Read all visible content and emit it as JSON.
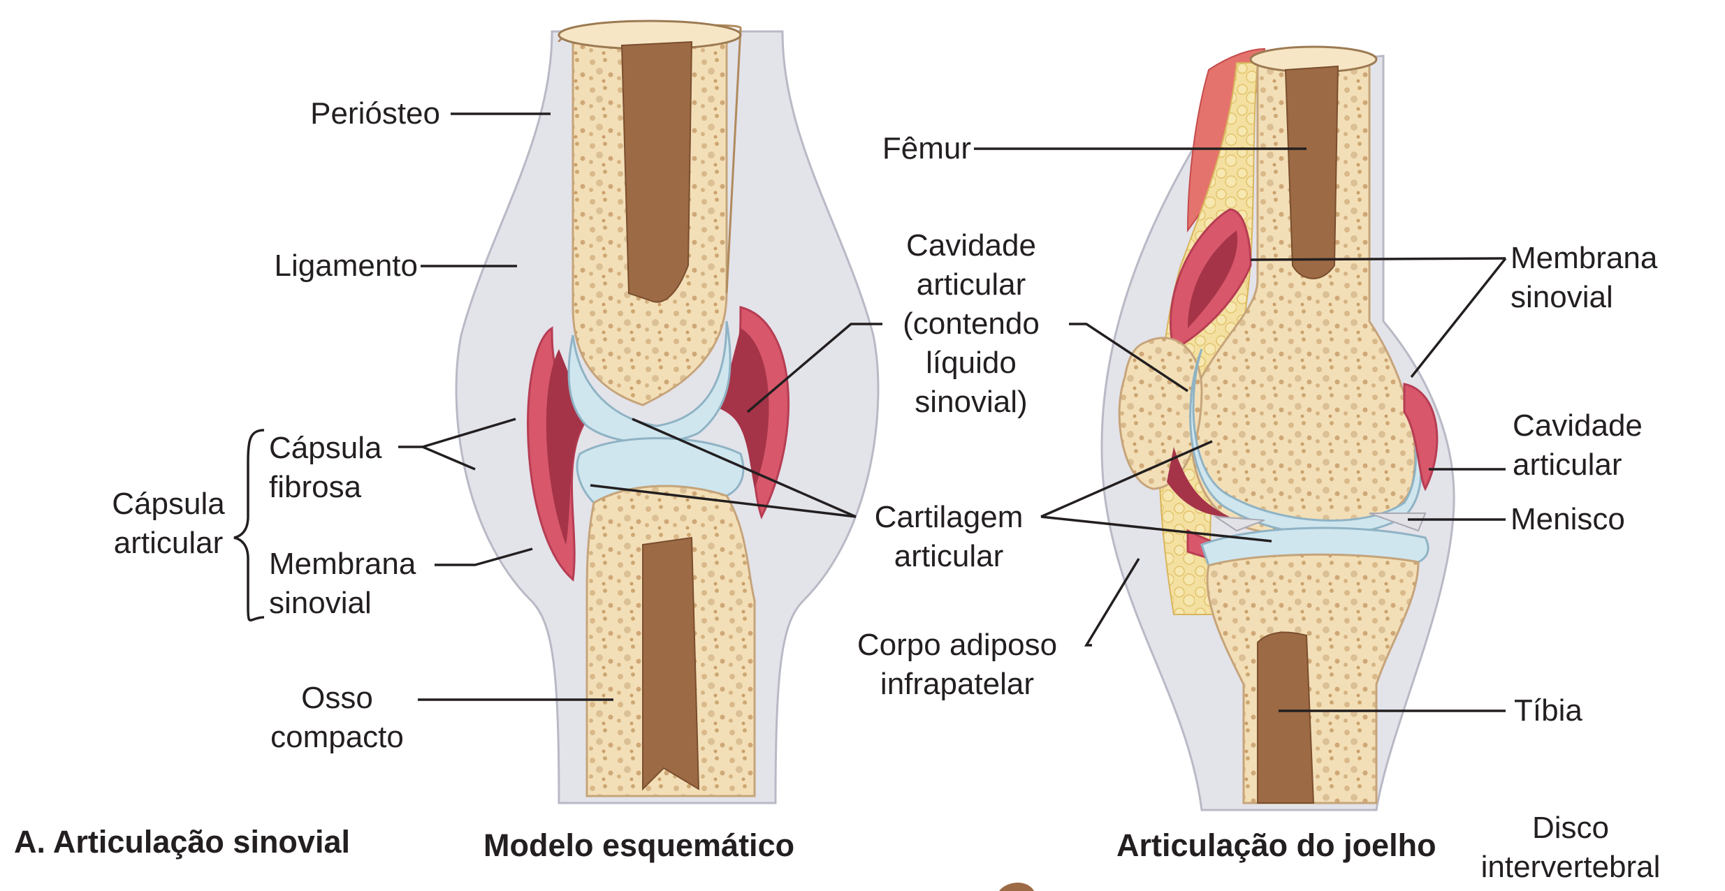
{
  "colors": {
    "bone": "#f3dfb7",
    "marrow": "#9c6a44",
    "cartilage": "#cfe6ef",
    "synovial": "#d8576a",
    "cavity": "#a53448",
    "capsule": "#e1e1e8",
    "muscle": "#e5736d",
    "fat": "#f2d98c"
  },
  "labels": {
    "periosteo": "Periósteo",
    "ligamento": "Ligamento",
    "capsula_fibrosa": "Cápsula\nfibrosa",
    "capsula_articular": "Cápsula\narticular",
    "membrana_sinovial_left": "Membrana\nsinovial",
    "osso_compacto": "Osso\ncompacto",
    "cavidade_articular_center": "Cavidade\narticular\n(contendo\nlíquido\nsinovial)",
    "cartilagem_articular": "Cartilagem\narticular",
    "femur": "Fêmur",
    "corpo_adiposo": "Corpo adiposo\ninfrapatelar",
    "membrana_sinovial_right": "Membrana\nsinovial",
    "cavidade_articular_right": "Cavidade\narticular",
    "menisco": "Menisco",
    "tibia": "Tíbia",
    "disco": "Disco\nintervertebral"
  },
  "captions": {
    "part_a": "A. Articulação sinovial",
    "modelo": "Modelo esquemático",
    "joelho": "Articulação do joelho"
  }
}
